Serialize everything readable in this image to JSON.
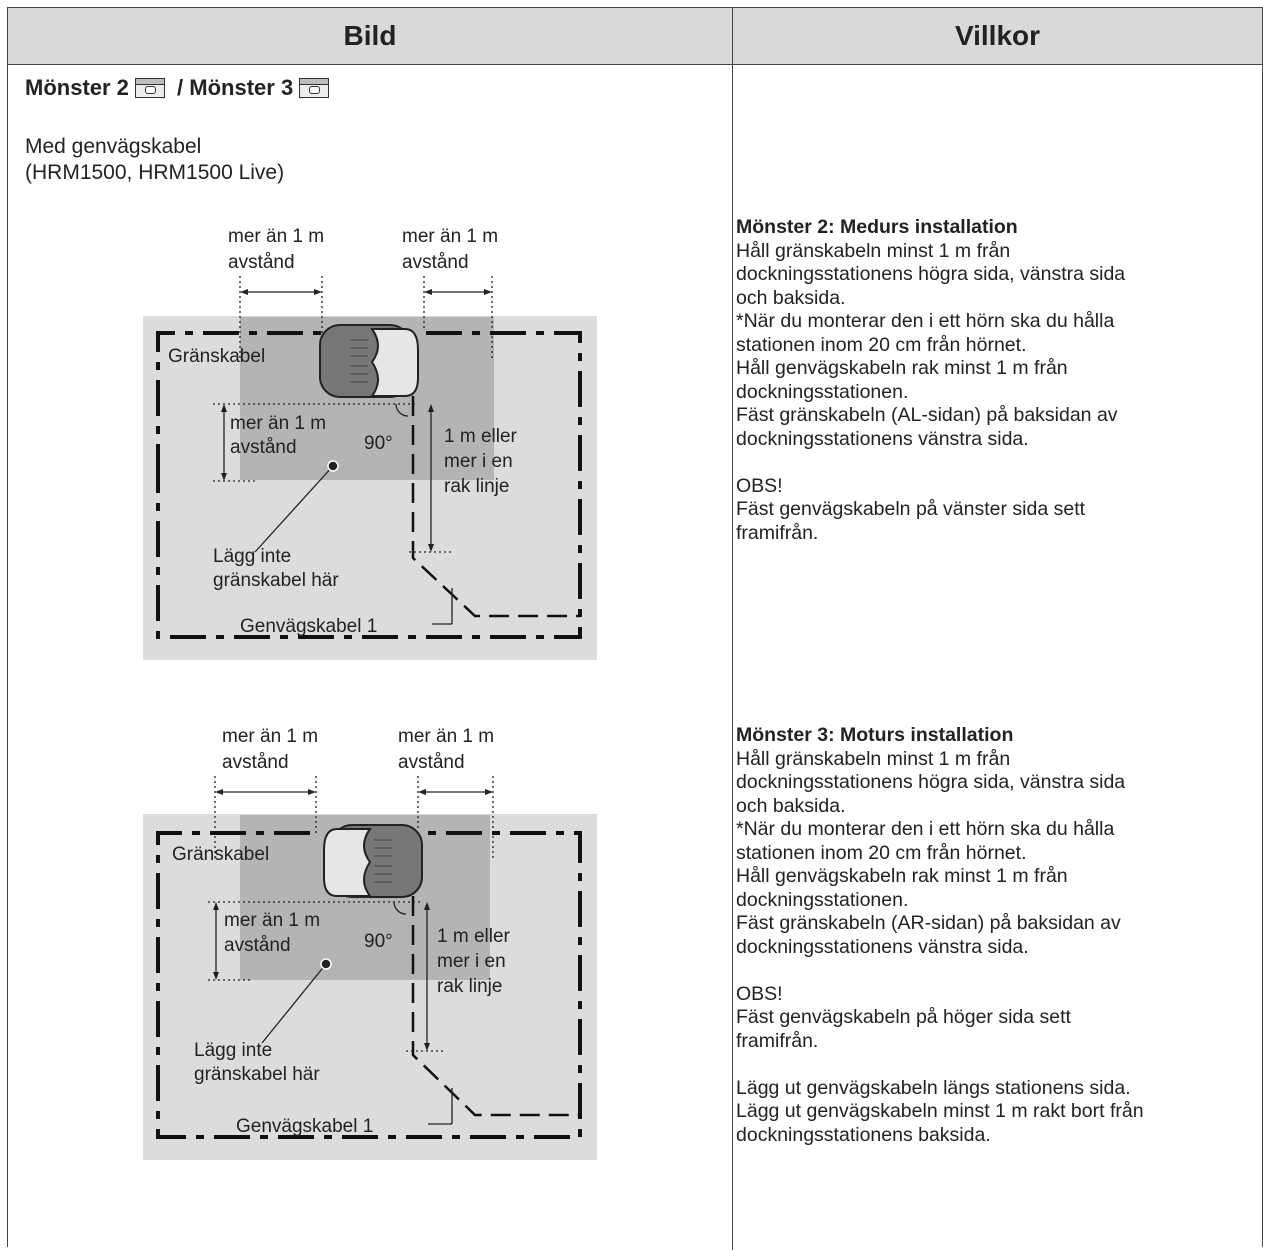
{
  "header": {
    "col_image": "Bild",
    "col_conditions": "Villkor"
  },
  "section": {
    "title_part1": "Mönster 2",
    "title_sep": " / ",
    "title_part2": "Mönster 3",
    "subtitle_line1": "Med genvägskabel",
    "subtitle_line2": "(HRM1500, HRM1500 Live)"
  },
  "diagram_labels": {
    "dist_line1": "mer än 1 m",
    "dist_line2": "avstånd",
    "boundary_cable": "Gränskabel",
    "angle": "90°",
    "straight_line1": "1 m eller",
    "straight_line2": "mer i en",
    "straight_line3": "rak linje",
    "no_cable_line1": "Lägg inte",
    "no_cable_line2": "gränskabel här",
    "guide_cable": "Genvägskabel 1"
  },
  "pattern2": {
    "heading": "Mönster 2: Medurs installation",
    "lines": [
      "Håll gränskabeln minst 1 m från",
      "dockningsstationens högra sida, vänstra sida",
      "och baksida.",
      "*När du monterar den i ett hörn ska du hålla",
      "stationen inom 20 cm från hörnet.",
      "Håll genvägskabeln rak minst 1 m från",
      "dockningsstationen.",
      "Fäst gränskabeln (AL-sidan) på baksidan av",
      "dockningsstationens vänstra sida."
    ],
    "note_heading": "OBS!",
    "note_lines": [
      "Fäst genvägskabeln på vänster sida sett",
      "framifrån."
    ]
  },
  "pattern3": {
    "heading": "Mönster 3: Moturs installation",
    "lines": [
      "Håll gränskabeln minst 1 m från",
      "dockningsstationens högra sida, vänstra sida",
      "och baksida.",
      "*När du monterar den i ett hörn ska du hålla",
      "stationen inom 20 cm från hörnet.",
      "Håll genvägskabeln rak minst 1 m från",
      "dockningsstationen.",
      "Fäst gränskabeln (AR-sidan) på baksidan av",
      "dockningsstationens vänstra sida."
    ],
    "note_heading": "OBS!",
    "note_lines": [
      "Fäst genvägskabeln på höger sida sett",
      "framifrån."
    ],
    "extra_lines": [
      "Lägg ut genvägskabeln längs stationens sida.",
      "Lägg ut genvägskabeln minst 1 m rakt bort från",
      "dockningsstationens baksida."
    ]
  }
}
